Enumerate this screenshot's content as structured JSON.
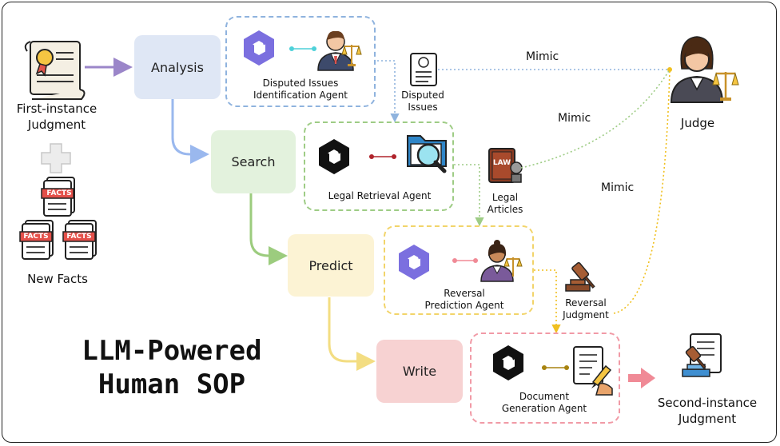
{
  "title_line1": "LLM-Powered",
  "title_line2": "Human SOP",
  "inputs": {
    "first_instance": [
      "First-instance",
      "Judgment"
    ],
    "new_facts": "New  Facts",
    "facts_badge": "FACTS"
  },
  "stages": {
    "analysis": "Analysis",
    "search": "Search",
    "predict": "Predict",
    "write": "Write"
  },
  "agents": {
    "disputed": [
      "Disputed Issues",
      "Identification Agent"
    ],
    "retrieval": "Legal Retrieval Agent",
    "reversal": [
      "Reversal",
      "Prediction Agent"
    ],
    "document": [
      "Document",
      "Generation Agent"
    ]
  },
  "artifacts": {
    "disputed_issues": [
      "Disputed",
      "Issues"
    ],
    "legal_articles": [
      "Legal",
      "Articles"
    ],
    "reversal_judgment": [
      "Reversal",
      "Judgment"
    ],
    "law_badge": "LAW"
  },
  "judge": "Judge",
  "mimic": [
    "Mimic",
    "Mimic",
    "Mimic"
  ],
  "output": [
    "Second-instance",
    "Judgment"
  ],
  "colors": {
    "analysis": "#dfe7f5",
    "search": "#e3f2dd",
    "predict": "#fcf3d4",
    "write": "#f7d2d2",
    "blue_dash": "#8fb3de",
    "green_dash": "#9ecc85",
    "yellow_dash": "#f2d46a",
    "pink_dash": "#f19aa6"
  }
}
